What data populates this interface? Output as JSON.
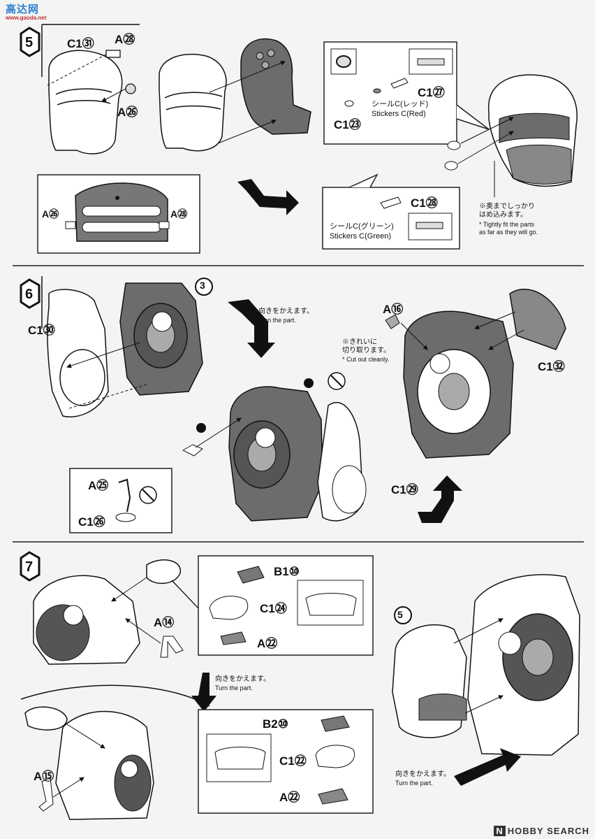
{
  "watermark": {
    "main": "高达网",
    "sub": "www.gaoda.net"
  },
  "steps": {
    "s5": {
      "number": "5",
      "parts": {
        "c1_31": "C1㉛",
        "a28_top": "A㉘",
        "a26": "A㉖",
        "a26_inset": "A㉖",
        "a28_inset": "A㉘",
        "c1_27": "C1㉗",
        "c1_23": "C1㉓",
        "c1_28": "C1㉘"
      },
      "sticker_red_jp": "シールC(レッド)",
      "sticker_red_en": "Stickers C(Red)",
      "sticker_green_jp": "シールC(グリーン)",
      "sticker_green_en": "Stickers C(Green)",
      "fit_note_jp": "※奥までしっかり\nはめ込みます。",
      "fit_note_en": "* Tightly fit the parts\nas far as they will go."
    },
    "s6": {
      "number": "6",
      "parts": {
        "c1_30": "C1㉚",
        "a16": "A⑯",
        "c1_32": "C1㉜",
        "a25": "A㉕",
        "c1_26": "C1㉖",
        "c1_29": "C1㉙"
      },
      "ref_number": "3",
      "turn_jp": "向きをかえます。",
      "turn_en": "Turn the part.",
      "cut_jp": "※きれいに\n切り取ります。",
      "cut_en": "* Cut out cleanly."
    },
    "s7": {
      "number": "7",
      "parts": {
        "a14": "A⑭",
        "b1_10": "B1⑩",
        "c1_24": "C1㉔",
        "a22_top": "A㉒",
        "a15": "A⑮",
        "b2_10": "B2⑩",
        "c1_22": "C1㉒",
        "a22_bottom": "A㉒"
      },
      "ref_number": "5",
      "turn_jp": "向きをかえます。",
      "turn_en": "Turn the part.",
      "turn2_jp": "向きをかえます。",
      "turn2_en": "Turn the part."
    }
  },
  "footer": {
    "badge": "N",
    "brand": "HOBBY SEARCH"
  },
  "colors": {
    "ink": "#111111",
    "part_gray": "#555555",
    "light": "#ffffff",
    "bg": "#f4f4f4"
  }
}
